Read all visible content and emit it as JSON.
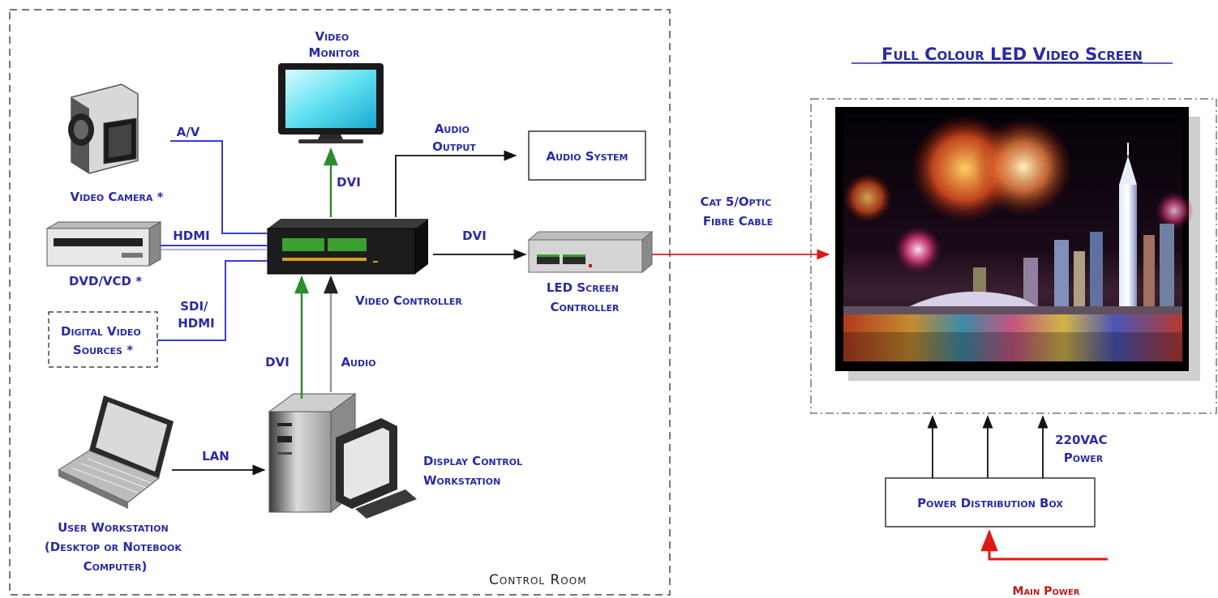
{
  "title": "Full Colour LED Video Screen",
  "control_room_label": "Control Room",
  "devices": {
    "video_monitor": [
      "Video",
      "Monitor"
    ],
    "video_camera": "Video Camera *",
    "dvd_vcd": "DVD/VCD *",
    "digital_video_sources": [
      "Digital Video",
      "Sources *"
    ],
    "video_controller": "Video Controller",
    "audio_system": "Audio System",
    "led_screen_controller": [
      "LED Screen",
      "Controller"
    ],
    "display_control_workstation": [
      "Display Control",
      "Workstation"
    ],
    "user_workstation": [
      "User Workstation",
      "(Desktop or Notebook",
      "Computer)"
    ],
    "power_distribution_box": "Power Distribution Box"
  },
  "connections": {
    "av": "A/V",
    "hdmi": "HDMI",
    "sdi_hdmi": [
      "SDI/",
      "HDMI"
    ],
    "dvi_monitor": "DVI",
    "audio_output": [
      "Audio",
      "Output"
    ],
    "dvi_led": "DVI",
    "cat5": [
      "Cat 5/Optic",
      "Fibre Cable"
    ],
    "dvi_workstation": "DVI",
    "audio_workstation": "Audio",
    "lan": "LAN",
    "power_220": [
      "220VAC",
      "Power"
    ],
    "main_power": "Main Power"
  },
  "colors": {
    "label_blue": "#2a2aa8",
    "link_green": "#2e8b2e",
    "link_blue": "#3a3ad0",
    "link_red": "#e01818",
    "arrow_dark": "#111111"
  }
}
